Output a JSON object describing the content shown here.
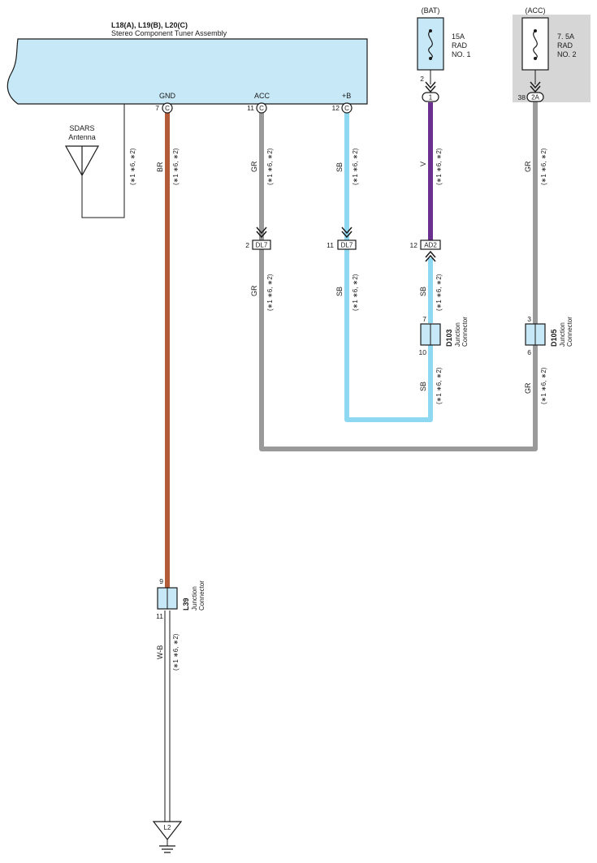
{
  "component": {
    "ids": "L18(A), L19(B), L20(C)",
    "name": "Stereo Component Tuner Assembly"
  },
  "colors": {
    "component_fill": "#c7e8f6",
    "fuse_box_acc_fill": "#d6d6d6",
    "wire_BR": "#b45c3a",
    "wire_GR": "#9a9a9a",
    "wire_SB": "#8fd8f2",
    "wire_V": "#6a2f8f",
    "wire_WB": "#ffffff",
    "outline": "#1a1a1a"
  },
  "terminals": {
    "gnd": {
      "label": "GND",
      "pin": "7",
      "conn": "C"
    },
    "acc": {
      "label": "ACC",
      "pin": "11",
      "conn": "C"
    },
    "b": {
      "label": "+B",
      "pin": "12",
      "conn": "C"
    }
  },
  "antenna": {
    "line1": "SDARS",
    "line2": "Antenna"
  },
  "fuses": {
    "bat": {
      "source": "(BAT)",
      "rating": "15A",
      "name1": "RAD",
      "name2": "NO. 1",
      "pin": "2",
      "conn": "1"
    },
    "acc": {
      "source": "(ACC)",
      "rating": "7. 5A",
      "name1": "RAD",
      "name2": "NO. 2",
      "pin": "38",
      "conn": "2A"
    }
  },
  "inline_connectors": {
    "dl7_acc": {
      "pin": "2",
      "id": "DL7"
    },
    "dl7_b": {
      "pin": "11",
      "id": "DL7"
    },
    "ad2": {
      "pin": "12",
      "id": "AD2"
    }
  },
  "junctions": {
    "d103": {
      "id": "D103",
      "desc1": "Junction",
      "desc2": "Connector",
      "pin_top": "7",
      "pin_bottom": "10"
    },
    "d105": {
      "id": "D105",
      "desc1": "Junction",
      "desc2": "Connector",
      "pin_top": "3",
      "pin_bottom": "6"
    },
    "l39": {
      "id": "L39",
      "desc1": "Junction",
      "desc2": "Connector",
      "pin_top": "9",
      "pin_bottom": "11"
    }
  },
  "wire_labels": {
    "br": "BR",
    "gr": "GR",
    "sb": "SB",
    "v": "V",
    "wb": "W-B"
  },
  "variant_note": "(∗1 ∗6, ∗2)",
  "ground": {
    "id": "L2"
  }
}
